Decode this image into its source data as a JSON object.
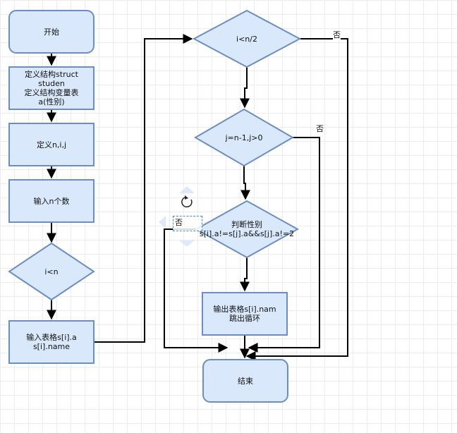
{
  "nodes": {
    "start": "开始",
    "define_struct": "定义结构struct\nstuden\n定义结构变量表\na(性别)",
    "define_vars": "定义n,i,j",
    "input_n": "输入n个数",
    "cond_i_lt_n": "i<n",
    "input_table": "输入表格s[i].a\ns[i].name",
    "cond_i_lt_n2": "i<n/2",
    "cond_j": "j=n-1,j>0",
    "judge_gender": "判断性别\ns[i].a!=s[j].a&&s[j].a!=2",
    "output_table": "输出表格s[i].nam\n跳出循环",
    "end": "结束"
  },
  "edge_labels": {
    "no_outer": "否",
    "no_inner": "否",
    "no_judge": "否"
  },
  "colors": {
    "node_fill": "#dae8fc",
    "node_stroke": "#6c8ebf",
    "edge": "#000000",
    "selection": "#3b8fd6",
    "handle": "#dae8fc"
  },
  "icons": {
    "rotate": "rotate-icon"
  }
}
